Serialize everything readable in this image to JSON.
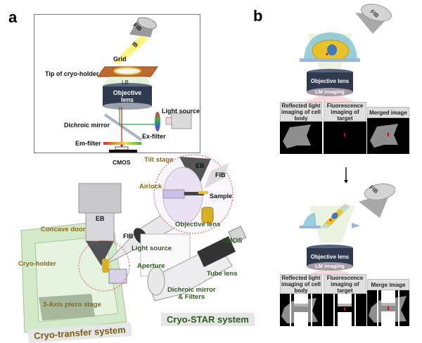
{
  "panel_a": {
    "letter": "a",
    "schematic": {
      "fib_label": "FIB",
      "ib_label": "IB",
      "grid_label": "Grid",
      "tip_label": "Tip of cryo-holder",
      "lb_label": "LB",
      "objective_label_line1": "Objective",
      "objective_label_line2": "lens",
      "light_source_label": "Light source",
      "dichroic_label": "Dichroic mirror",
      "ex_filter_label": "Ex-filter",
      "em_filter_label": "Em-filter",
      "cmos_label": "CMOS"
    },
    "instrument": {
      "tilt_stage": "Tilt stage",
      "airlock": "Airlock",
      "eb_inset": "EB",
      "fib_inset": "FIB",
      "sample": "Sample",
      "objective_lens": "Objective lens",
      "eb": "EB",
      "fib": "FIB",
      "concave_door": "Concave door",
      "cryo_holder": "Cryo-holder",
      "piezo_stage": "3-Axis piezo stage",
      "light_source": "Light source",
      "aperture": "Aperture",
      "cmos": "CMOS",
      "tube_lens": "Tube lens",
      "dichroic_line1": "Dichroic mirror",
      "dichroic_line2": "& Filters",
      "cryo_transfer_system": "Cryo-transfer system",
      "cryo_star_system": "Cryo-STAR system"
    }
  },
  "panel_b": {
    "letter": "b",
    "top": {
      "fib_label": "FIB",
      "objective_label": "Objective lens",
      "lm_label": "LM imaging",
      "images": [
        {
          "header": "Reflected light imaging of cell body"
        },
        {
          "header": "Fluorescence imaging of target"
        },
        {
          "header": "Merged image"
        }
      ]
    },
    "arrow": "down-arrow",
    "bottom": {
      "fib_label": "FIB",
      "objective_label": "Objective lens",
      "lm_label": "LM imaging",
      "images": [
        {
          "header": "Reflected light imaging of cell body"
        },
        {
          "header": "Fluorescence imaging of target"
        },
        {
          "header": "Merge image"
        }
      ]
    }
  },
  "colors": {
    "objective_lens": "#2f3a4e",
    "holder_copper": "#c0692f",
    "cryo_transfer_green": "#cfe8c4",
    "fluorescent_target": "#e00000",
    "cell_yellow": "#e8c227",
    "nucleus_blue": "#3f79c0",
    "gold_label": "#8a6a10",
    "green_label": "#2f5a22"
  }
}
